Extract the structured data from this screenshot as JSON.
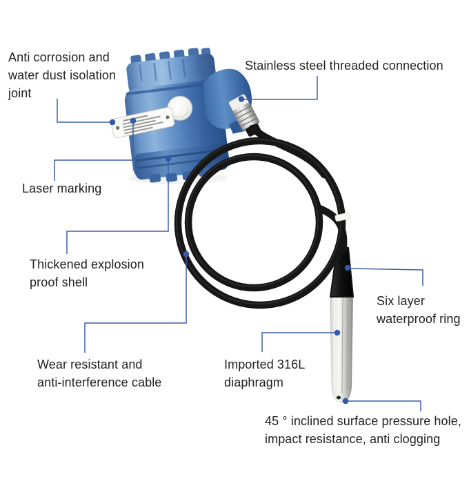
{
  "product": {
    "description": "Submersible liquid level transmitter with explosion proof housing, cable and stainless probe"
  },
  "colors": {
    "leader_line": "#3a5fad",
    "leader_dot": "#3558a8",
    "housing_blue": "#4a7ab4",
    "cable_black": "#161616",
    "steel_gray": "#d9d9d5",
    "text": "#212121",
    "background": "#ffffff"
  },
  "annotations": {
    "anti_corrosion_joint": "Anti corrosion and\nwater dust isolation\njoint",
    "stainless_threaded_connection": "Stainless steel threaded connection",
    "laser_marking": "Laser marking",
    "explosion_proof_shell": "Thickened explosion\nproof shell",
    "cable": "Wear resistant and\nanti-interference cable",
    "diaphragm": "Imported 316L\ndiaphragm",
    "waterproof_ring": "Six layer\nwaterproof ring",
    "pressure_hole": "45 ° inclined surface pressure hole,\nimpact resistance, anti clogging"
  }
}
